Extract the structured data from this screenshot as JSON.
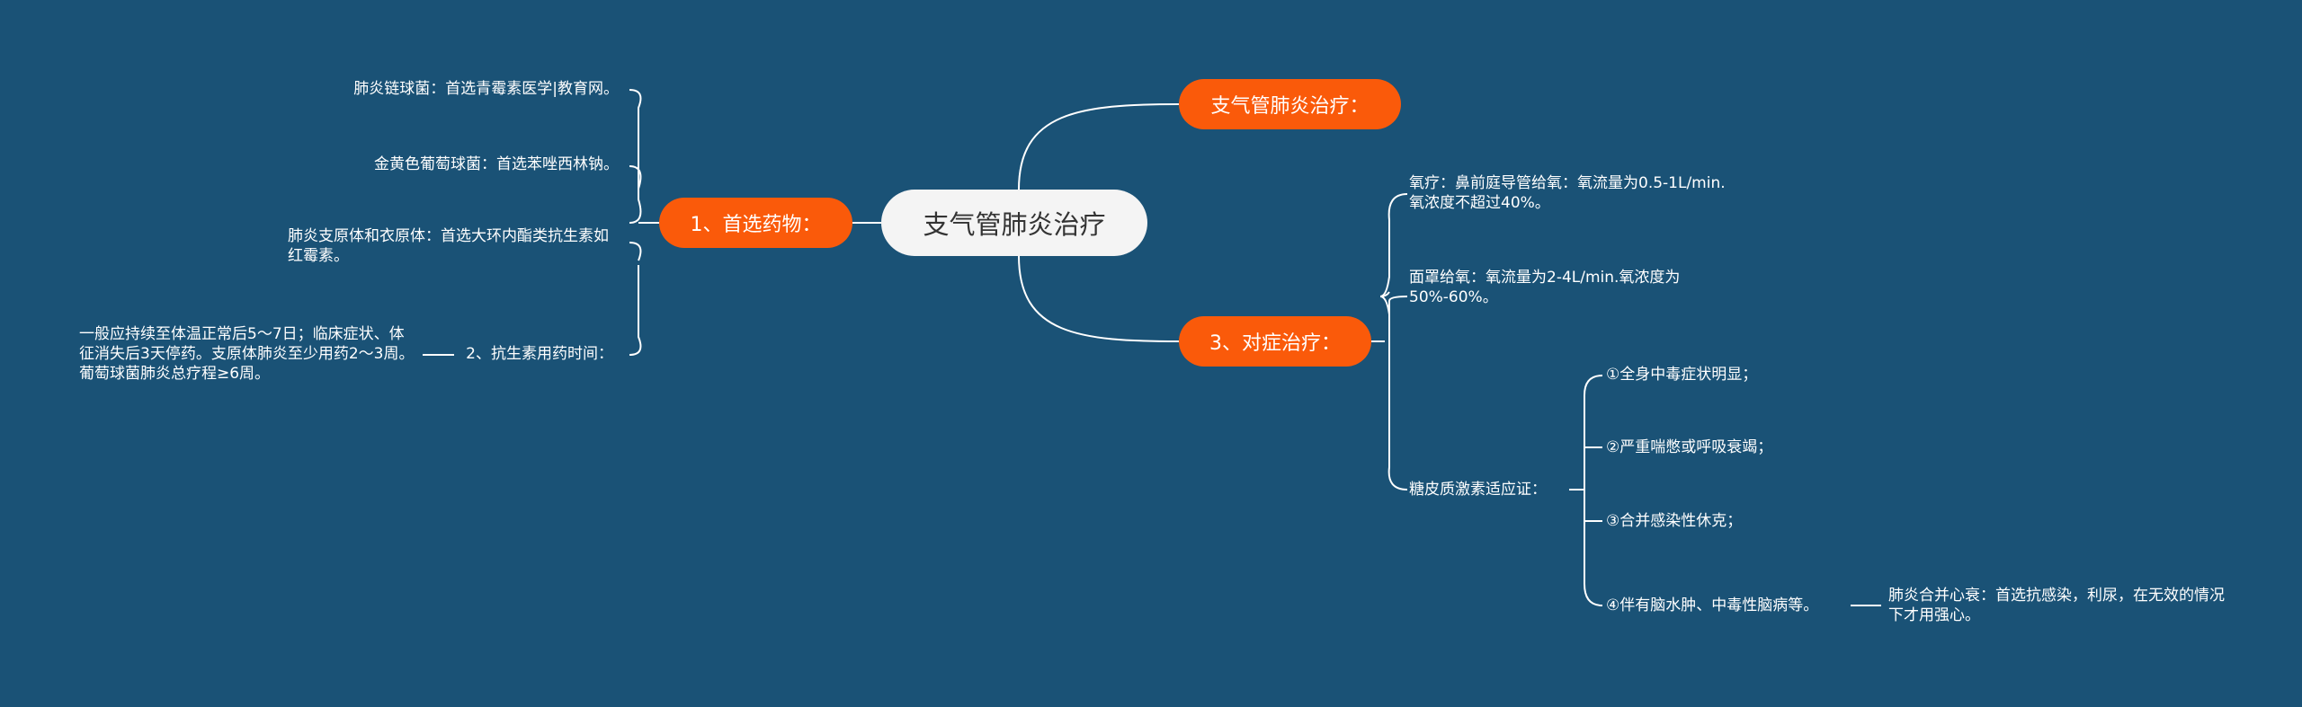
{
  "mindmap": {
    "root": "支气管肺炎治疗",
    "branch1": {
      "label": "1、首选药物：",
      "items": [
        "肺炎链球菌：首选青霉素医学|教育网。",
        "金黄色葡萄球菌：首选苯唑西林钠。",
        "肺炎支原体和衣原体：首选大环内酯类抗生素如红霉素。",
        "2、抗生素用药时间："
      ],
      "duration_detail": "一般应持续至体温正常后5～7日；临床症状、体征消失后3天停药。支原体肺炎至少用药2～3周。葡萄球菌肺炎总疗程≥6周。"
    },
    "branch2": {
      "label": "支气管肺炎治疗："
    },
    "branch3": {
      "label": "3、对症治疗：",
      "oxygen_nasal": "氧疗：鼻前庭导管给氧：氧流量为0.5-1L/min.氧浓度不超过40%。",
      "oxygen_mask": "面罩给氧：氧流量为2-4L/min.氧浓度为50%-60%。",
      "steroid_label": "糖皮质激素适应证：",
      "steroid_items": [
        "①全身中毒症状明显；",
        "②严重喘憋或呼吸衰竭；",
        "③合并感染性休克；",
        "④伴有脑水肿、中毒性脑病等。"
      ],
      "heart_failure": "肺炎合并心衰：首选抗感染，利尿，在无效的情况下才用强心。"
    }
  },
  "colors": {
    "background": "#1a5276",
    "accent": "#fa5a0a",
    "root_fill": "#f4f4f4",
    "line": "#ffffff"
  }
}
